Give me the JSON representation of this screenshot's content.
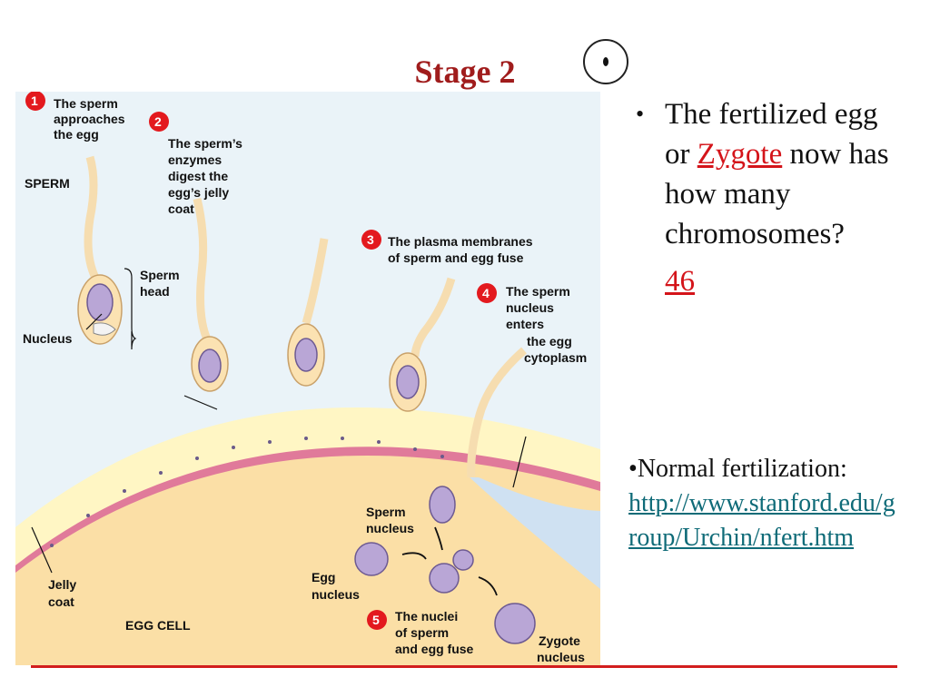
{
  "slide": {
    "title": "Stage 2",
    "question": {
      "prefix": "The fertilized egg or ",
      "keyword": "Zygote",
      "suffix": " now has how many chromosomes?",
      "answer": "46"
    },
    "bullet_symbol": "•",
    "normal_label": "Normal fertilization:",
    "link_text": "http://www.stanford.edu/group/Urchin/nfert.htm",
    "colors": {
      "title": "#a01c1c",
      "keyword_link": "#d4141a",
      "url_link": "#0f6b78",
      "footer_line": "#d21e1e"
    }
  },
  "diagram": {
    "steps": [
      {
        "num": "1",
        "l1": "The sperm",
        "l2": "approaches",
        "l3": "the egg"
      },
      {
        "num": "2",
        "l1": "The sperm’s",
        "l2": "enzymes",
        "l3": "digest the",
        "l4": "egg’s jelly",
        "l5": "coat"
      },
      {
        "num": "3",
        "l1": "The plasma membranes",
        "l2": "of sperm and egg fuse"
      },
      {
        "num": "4",
        "l1": "The sperm",
        "l2": "nucleus",
        "l3": "enters",
        "l4": "the egg",
        "l5": "cytoplasm"
      },
      {
        "num": "5",
        "l1": "The nuclei",
        "l2": "of sperm",
        "l3": "and egg fuse"
      }
    ],
    "labels": {
      "sperm": "SPERM",
      "sperm_head_1": "Sperm",
      "sperm_head_2": "head",
      "nucleus": "Nucleus",
      "jelly_1": "Jelly",
      "jelly_2": "coat",
      "egg_cell": "EGG CELL",
      "sperm_nucleus_1": "Sperm",
      "sperm_nucleus_2": "nucleus",
      "egg_nucleus_1": "Egg",
      "egg_nucleus_2": "nucleus",
      "zygote_1": "Zygote",
      "zygote_2": "nucleus"
    },
    "colors": {
      "background": "#eaf3f8",
      "egg": "#fbdfa6",
      "jelly": "#fff6c4",
      "membrane": "#e07a9a",
      "nucleus": "#b9a6d6",
      "step_badge": "#e3191e"
    }
  }
}
